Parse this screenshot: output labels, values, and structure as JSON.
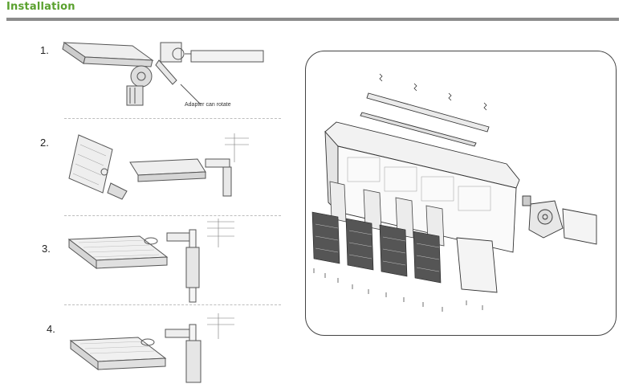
{
  "header": {
    "title": "Installation"
  },
  "steps": [
    {
      "number": "1.",
      "note": "Adapter can rotate"
    },
    {
      "number": "2."
    },
    {
      "number": "3."
    },
    {
      "number": "4."
    }
  ],
  "icons": [
    "step-1-illustration",
    "step-2-illustration",
    "step-3-illustration",
    "step-4-illustration",
    "exploded-view-diagram"
  ]
}
